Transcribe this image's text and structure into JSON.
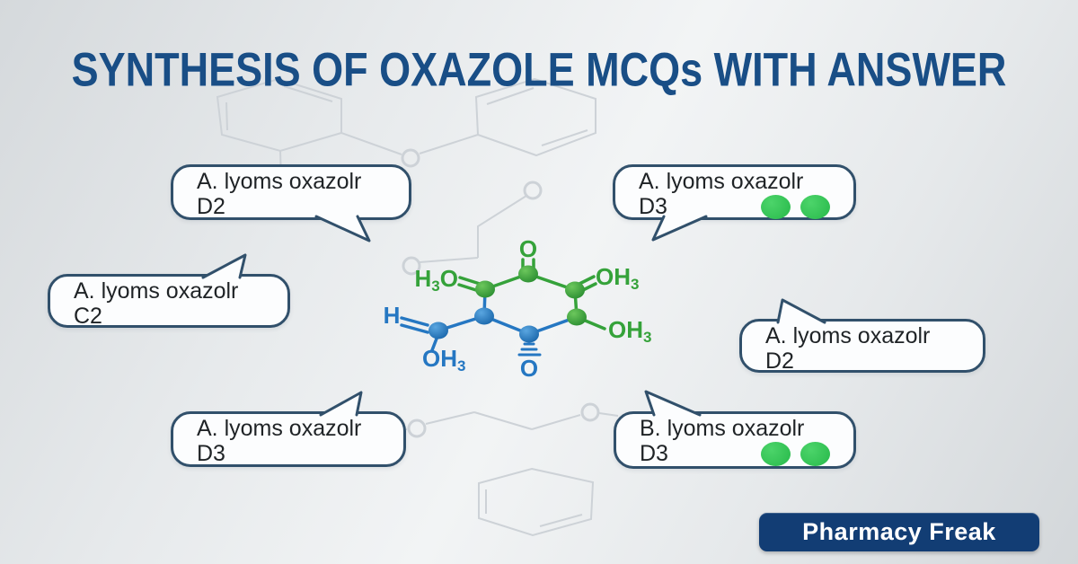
{
  "title": "SYNTHESIS OF OXAZOLE MCQs WITH ANSWER",
  "colors": {
    "title": "#194e86",
    "bubble_border": "#31506b",
    "bubble_bg": "#fcfdfe",
    "answer_dot_green": "#2dc054",
    "molecule_green": "#35a23a",
    "molecule_blue": "#2577c2",
    "badge_bg": "#123d74",
    "badge_text": "#ffffff"
  },
  "bubbles": [
    {
      "position": "top-left",
      "option": "A. lyoms oxazolr",
      "answer": "D2",
      "answer_dots": 0
    },
    {
      "position": "top-right",
      "option": "A. lyoms oxazolr",
      "answer": "D3",
      "answer_dots": 2
    },
    {
      "position": "middle-left",
      "option": "A. lyoms oxazolr",
      "answer": "C2",
      "answer_dots": 0
    },
    {
      "position": "middle-right",
      "option": "A. lyoms oxazolr",
      "answer": "D2",
      "answer_dots": 0
    },
    {
      "position": "bottom-left",
      "option": "A. lyoms oxazolr",
      "answer": "D3",
      "answer_dots": 0
    },
    {
      "position": "bottom-right",
      "option": "B. lyoms oxazolr",
      "answer": "D3",
      "answer_dots": 2
    }
  ],
  "molecule": {
    "labels": {
      "top": "O",
      "left": {
        "a": "H",
        "sub": "3",
        "b": "O"
      },
      "right": {
        "a": "OH",
        "sub": "3"
      },
      "lower_right": {
        "a": "OH",
        "sub": "3"
      },
      "hydrogen": "H",
      "bottom_left": {
        "a": "OH",
        "sub": "3"
      },
      "bottom": "O"
    }
  },
  "badge": {
    "label": "Pharmacy Freak"
  }
}
